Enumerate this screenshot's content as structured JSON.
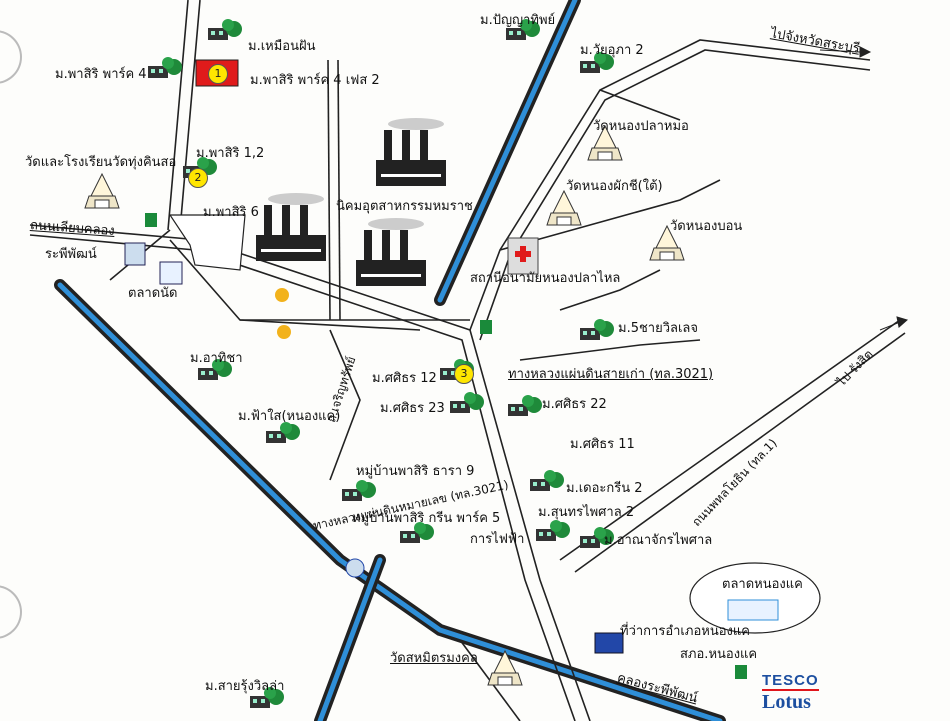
{
  "places": {
    "muean_fan": "ม.เหมือนฝัน",
    "phasiri_park4": "ม.พาสิริ พาร์ค 4",
    "phasiri_park4_phase2": "ม.พาสิริ พาร์ค 4 เฟส 2",
    "panya_thip": "ม.ปัญญาทิพย์",
    "wayupha2": "ม.วัยอุภา 2",
    "phasiri12": "ม.พาสิริ 1,2",
    "wat_school": "วัดและโรงเรียนวัดทุ่งคินสอ",
    "phasiri6": "ม.พาสิริ 6",
    "industrial": "นิคมอุตสาหกรรมหมราช",
    "wat_pla_mo": "วัดหนองปลาหมอ",
    "wat_phak_chi": "วัดหนองผักชี(ใต้)",
    "wat_bon": "วัดหนองบอน",
    "health_station": "สถานีอนามัยหนองปลาไหล",
    "road_lieb": "ถนนเลียบคลอง",
    "raphiphat": "ระพีพัฒน์",
    "talad_nut": "ตลาดนัด",
    "athicha": "ม.อาทิชา",
    "chai_village": "ม.5ชายวิลเลจ",
    "road_3021": "ทางหลวงแผ่นดินสายเก่า (ทล.3021)",
    "sirin12": "ม.ศศิธร 12",
    "sirin23": "ม.ศศิธร 23",
    "sirin22": "ม.ศศิธร 22",
    "sirin11": "ม.ศศิธร 11",
    "fa_sai": "ม.ฟ้าใส(หนองแค)",
    "road_charoen": "ถ.เจริญทรัพย์",
    "phasiri_thara9": "หมู่บ้านพาสิริ ธารา 9",
    "phasiri_green": "หมู่บ้านพาสิริ กรีน พาร์ค 5",
    "fai_fa": "การไฟฟ้า",
    "kacha_green2": "ม.เดอะกรีน 2",
    "sunthon2": "ม.สุนทรไพศาล 2",
    "ananchak": "ม.อาณาจักรไพศาล",
    "road_phahon_top": "ถนนพหลโยธิน (ทล.1)",
    "road_phahon_label": "ถนนพหลโยธิน (ทล.1)",
    "road_3021b": "ทางหลวงแผ่นดินหมายเลข (ทล.3021)",
    "talad_nongkhae": "ตลาดหนองแค",
    "district_office": "ที่ว่าการอำเภอหนองแค",
    "police": "สภอ.หนองแค",
    "wat_mongkol": "วัดสหมิตรมงคล",
    "khlong": "คลองระพีพัฒน์",
    "sai_riva": "ม.สายรุ้งวิลล่า",
    "to_saraburi": "ไปจังหวัดสระบุรี",
    "to_rangsit": "ไป รังสิต"
  },
  "markers": {
    "m1": "1",
    "m2": "2",
    "m3": "3"
  },
  "tesco": {
    "line1": "TESCO",
    "line2": "Lotus"
  },
  "colors": {
    "road": "#222222",
    "canal": "#2f8fd8",
    "marker": "#ffe600",
    "flag": "#e01b1b"
  }
}
